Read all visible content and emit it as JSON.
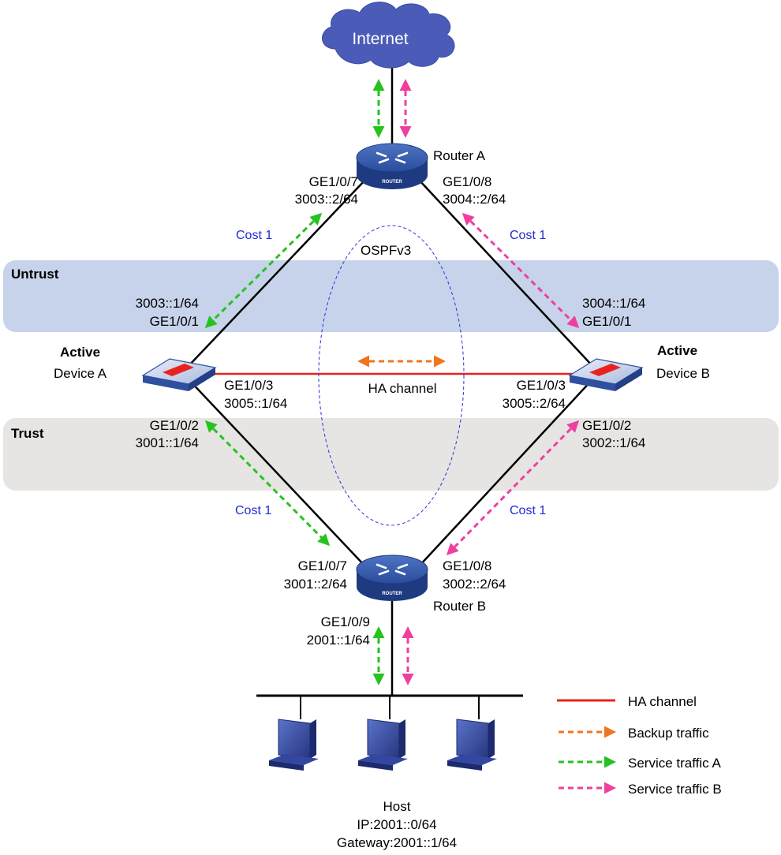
{
  "colors": {
    "ha_channel": "#e8231f",
    "backup_traffic": "#f07521",
    "service_a": "#26c21f",
    "service_b": "#ef3f9e",
    "untrust_zone": "#c7d3ea",
    "trust_zone": "#e6e5e3",
    "device_blue": "#2f4fa0",
    "cost_text": "#1f2bd6"
  },
  "cloud": {
    "label": "Internet"
  },
  "router_a": {
    "name": "Router A",
    "badge": "ROUTER",
    "left_port": "GE1/0/7",
    "left_ip": "3003::2/64",
    "right_port": "GE1/0/8",
    "right_ip": "3004::2/64"
  },
  "router_b": {
    "name": "Router B",
    "badge": "ROUTER",
    "left_port": "GE1/0/7",
    "left_ip": "3001::2/64",
    "right_port": "GE1/0/8",
    "right_ip": "3002::2/64",
    "down_port": "GE1/0/9",
    "down_ip": "2001::1/64"
  },
  "device_a": {
    "state": "Active",
    "name": "Device A",
    "up_ip": "3003::1/64",
    "up_port": "GE1/0/1",
    "ha_port": "GE1/0/3",
    "ha_ip": "3005::1/64",
    "down_port": "GE1/0/2",
    "down_ip": "3001::1/64"
  },
  "device_b": {
    "state": "Active",
    "name": "Device B",
    "up_ip": "3004::1/64",
    "up_port": "GE1/0/1",
    "ha_port": "GE1/0/3",
    "ha_ip": "3005::2/64",
    "down_port": "GE1/0/2",
    "down_ip": "3002::1/64"
  },
  "zones": {
    "untrust": "Untrust",
    "trust": "Trust"
  },
  "ospf": {
    "label": "OSPFv3"
  },
  "ha_channel_label": "HA channel",
  "costs": {
    "top_left": "Cost 1",
    "top_right": "Cost 1",
    "bottom_left": "Cost 1",
    "bottom_right": "Cost 1"
  },
  "host": {
    "name": "Host",
    "ip": "IP:2001::0/64",
    "gateway": "Gateway:2001::1/64"
  },
  "legend": [
    {
      "label": "HA channel",
      "style": "solid",
      "color": "#e8231f"
    },
    {
      "label": "Backup traffic",
      "style": "dashed",
      "color": "#f07521"
    },
    {
      "label": "Service traffic A",
      "style": "dashed",
      "color": "#26c21f"
    },
    {
      "label": "Service traffic B",
      "style": "dashed",
      "color": "#ef3f9e"
    }
  ]
}
